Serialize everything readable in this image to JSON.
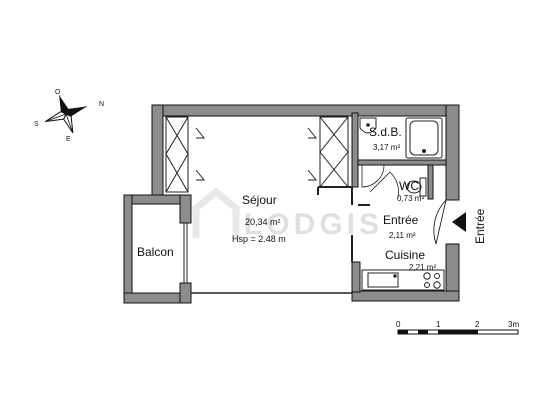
{
  "compass": {
    "n": "N",
    "s": "S",
    "e": "E",
    "o": "O"
  },
  "rooms": {
    "sejour": {
      "name": "Séjour",
      "area": "20,34 m²",
      "height": "Hsp = 2.48 m"
    },
    "sdb": {
      "name": "S.d.B.",
      "area": "3,17 m²"
    },
    "wc": {
      "name": "WC",
      "area": "0,73 m²"
    },
    "entree": {
      "name": "Entrée",
      "area": "2,11 m²"
    },
    "cuisine": {
      "name": "Cuisine",
      "area": "2,21 m²"
    },
    "balcon": {
      "name": "Balcon"
    }
  },
  "entrance_label": "Entrée",
  "watermark": "LODGIS",
  "scale": {
    "labels": [
      "0",
      "1",
      "2",
      "3m"
    ]
  },
  "colors": {
    "wall": "#8c8c8c",
    "wall_border": "#111111",
    "line": "#222222"
  }
}
